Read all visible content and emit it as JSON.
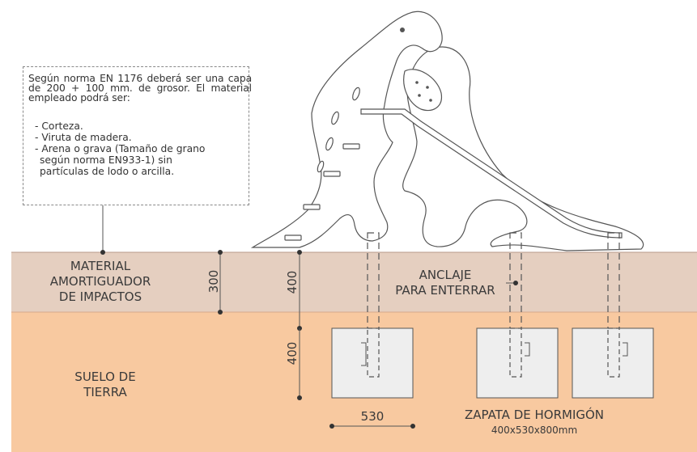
{
  "note": {
    "paragraph": "Según norma EN 1176 deberá ser una capa de 200 + 100 mm. de grosor. El material empleado podrá ser:",
    "items": [
      "- Corteza.",
      "- Viruta de madera.",
      "- Arena o grava (Tamaño de grano",
      "según norma EN933-1) sin",
      "partículas de lodo o arcilla."
    ]
  },
  "labels": {
    "material_line1": "MATERIAL",
    "material_line2": "AMORTIGUADOR",
    "material_line3": "DE IMPACTOS",
    "soil_line1": "SUELO DE",
    "soil_line2": "TIERRA",
    "anchor_line1": "ANCLAJE",
    "anchor_line2": "PARA ENTERRAR",
    "footing_title": "ZAPATA DE HORMIGÓN",
    "footing_size": "400x530x800mm"
  },
  "dimensions": {
    "layer_thickness": "300",
    "anchor_depth": "400",
    "footing_height": "400",
    "footing_width": "530"
  },
  "colors": {
    "surface_layer": "#e5cfc0",
    "soil": "#f8c9a0",
    "concrete": "#eeeeee",
    "outline": "#555555"
  }
}
